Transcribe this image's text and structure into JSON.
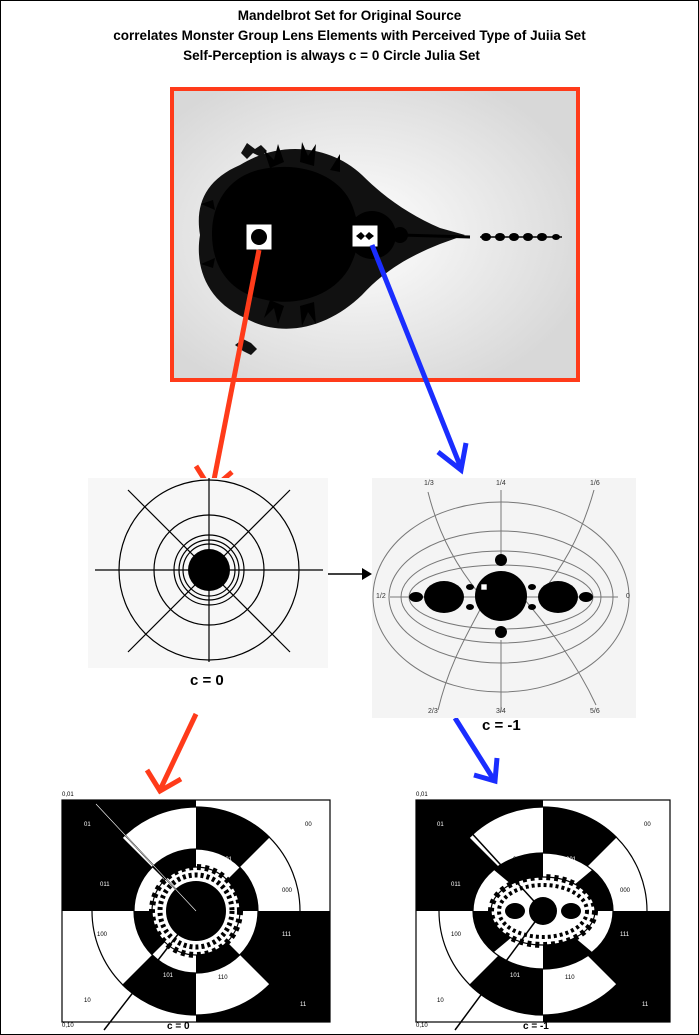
{
  "header": {
    "line1": "Mandelbrot Set for Original  Source",
    "line2": "correlates Monster Group Lens Elements with Perceived Type of Juiia Set",
    "line3": "Self-Perception is always c = 0 Circle Julia Set"
  },
  "circle_julia": {
    "caption": "c = 0"
  },
  "basilica_julia": {
    "caption": "c = -1",
    "angles": [
      "1/3",
      "1/4",
      "1/6",
      "1/2",
      "0",
      "2/3",
      "3/4",
      "5/6"
    ]
  },
  "left_lens": {
    "caption": "c = 0",
    "codes": [
      "0,01",
      "01",
      "010",
      "001",
      "00",
      "011",
      "000",
      "100",
      "111",
      "101",
      "110",
      "10",
      "11",
      "0,10"
    ]
  },
  "right_lens": {
    "caption": "c = -1",
    "codes": [
      "0,01",
      "01",
      "010",
      "001",
      "00",
      "011",
      "000",
      "100",
      "111",
      "101",
      "110",
      "10",
      "11",
      "0,10"
    ]
  },
  "colors": {
    "box_border": "#ff3b1a",
    "red_arrow": "#ff3b1a",
    "blue_arrow": "#1a2dff"
  }
}
